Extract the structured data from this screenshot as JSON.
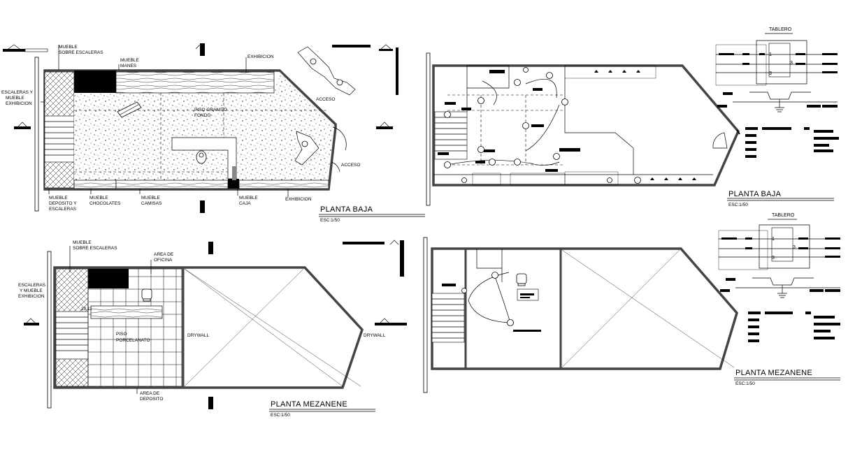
{
  "plan1": {
    "title": "PLANTA BAJA",
    "scale": "ESC:1/50",
    "labels": {
      "mueble_sobre_escaleras": [
        "MUEBLE",
        "SOBRE ESCALERAS"
      ],
      "mueble_manes": [
        "MUEBLE",
        "MANES"
      ],
      "exhibicion_top": "EXHIBICION",
      "escaleras_mueble": [
        "ESCALERAS Y",
        "MUEBLE",
        "EXHIBICION"
      ],
      "acceso_1": "ACCESO",
      "acceso_2": "ACCESO",
      "piso_granito": [
        "PISO GRANITO",
        "FONDO"
      ],
      "mueble_deposito": [
        "MUEBLE",
        "DEPOSITO Y",
        "ESCALERAS"
      ],
      "mueble_chocolates": [
        "MUEBLE",
        "CHOCOLATES"
      ],
      "mueble_camisas": [
        "MUEBLE",
        "CAMISAS"
      ],
      "mueble_caja": [
        "MUEBLE",
        "CAJA"
      ],
      "exhibicion_bottom": "EXHIBICION"
    }
  },
  "plan2": {
    "title": "PLANTA BAJA",
    "scale": "ESC:1/50",
    "tablero": "TABLERO",
    "circuit_numbers": [
      "1",
      "3",
      "3"
    ]
  },
  "plan3": {
    "title": "PLANTA MEZANENE",
    "scale": "ESC:1/50",
    "labels": {
      "mueble_sobre_escaleras": [
        "MUEBLE",
        "SOBRE ESCALERAS"
      ],
      "area_oficina": [
        "AREA DE",
        "OFICINA"
      ],
      "escaleras_mueble": [
        "ESCALERAS",
        "Y MUEBLE",
        "EXHIBICION"
      ],
      "stair_numbers": "10 11",
      "piso_porcelanato": [
        "PISO",
        "PORCELANATO"
      ],
      "drywall_1": "DRYWALL",
      "drywall_2": "DRYWALL",
      "area_deposito": [
        "AREA DE",
        "DEPOSITO"
      ]
    }
  },
  "plan4": {
    "title": "PLANTA MEZANENE",
    "scale": "ESC:1/50",
    "tablero": "TABLERO",
    "circuit_numbers": [
      "1",
      "3",
      "3"
    ]
  }
}
